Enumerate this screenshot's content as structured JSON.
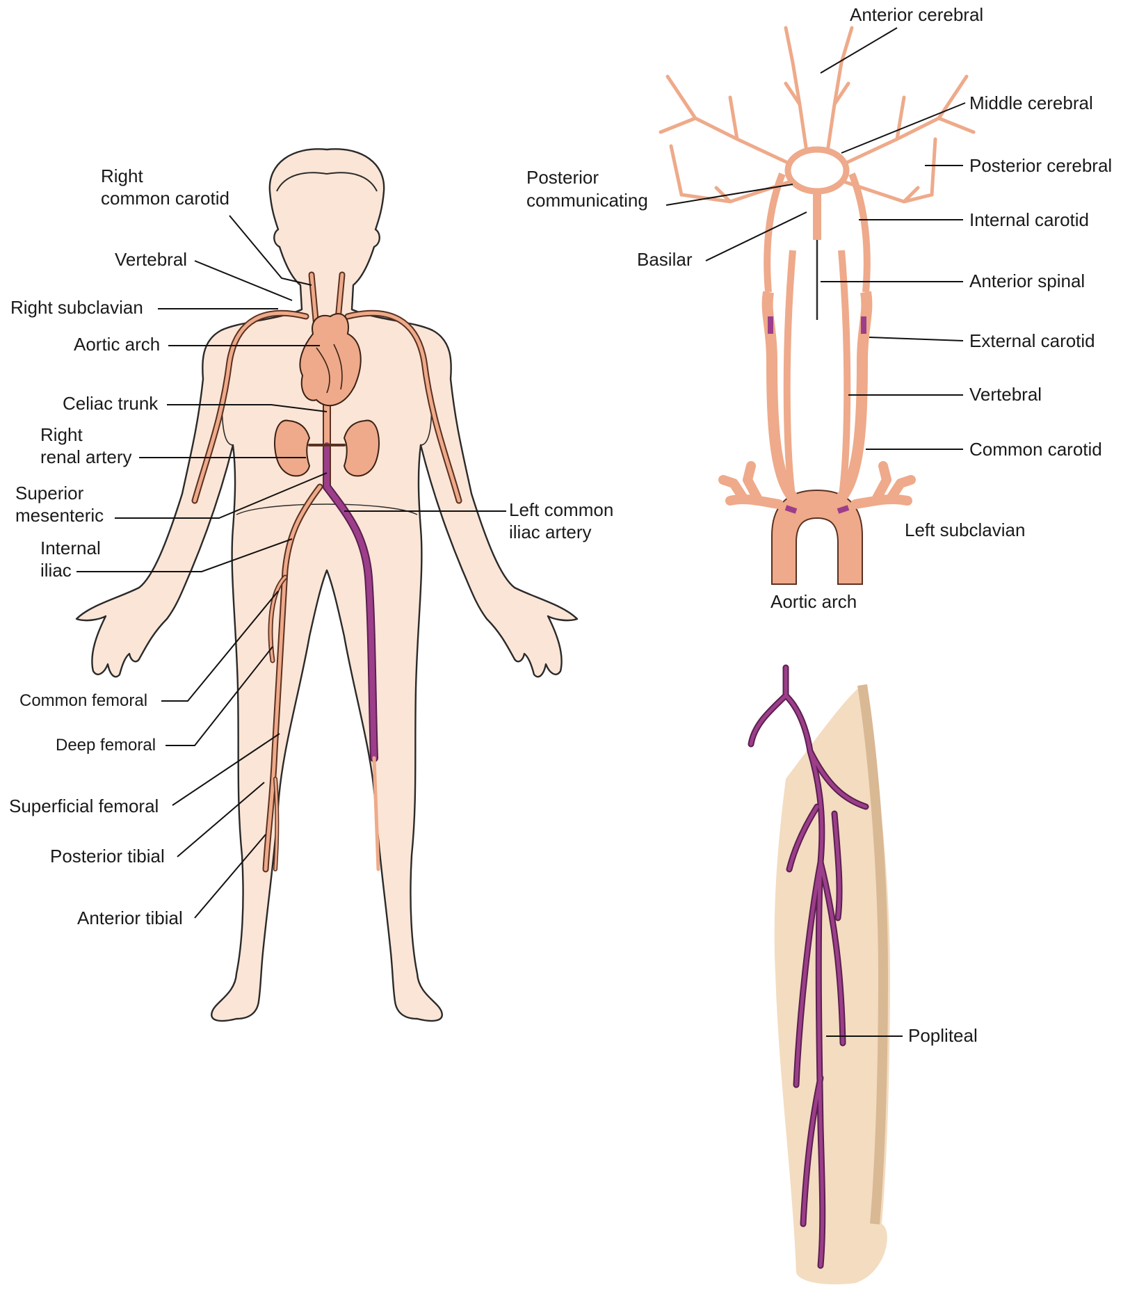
{
  "colors": {
    "skin": "#fbe5d6",
    "leg_skin": "#f3dcc0",
    "artery": "#eeaa8a",
    "artery_edge": "#5a3020",
    "highlight": "#9c3e8a",
    "heart": "#eeaa8a",
    "kidney": "#eeaa8a"
  },
  "body_labels": {
    "right_common_carotid": [
      "Right",
      "common carotid"
    ],
    "vertebral": "Vertebral",
    "right_subclavian": "Right subclavian",
    "aortic_arch": "Aortic arch",
    "celiac_trunk": "Celiac trunk",
    "right_renal_artery": [
      "Right",
      "renal artery"
    ],
    "superior_mesenteric": [
      "Superior",
      "mesenteric"
    ],
    "left_common_iliac_artery": [
      "Left common",
      "iliac artery"
    ],
    "internal_iliac": [
      "Internal",
      "iliac"
    ],
    "common_femoral": "Common femoral",
    "deep_femoral": "Deep femoral",
    "superficial_femoral": "Superficial femoral",
    "posterior_tibial": "Posterior tibial",
    "anterior_tibial": "Anterior tibial"
  },
  "head_labels": {
    "anterior_cerebral": "Anterior cerebral",
    "middle_cerebral": "Middle cerebral",
    "posterior_cerebral": "Posterior cerebral",
    "posterior_communicating": [
      "Posterior",
      "communicating"
    ],
    "internal_carotid": "Internal carotid",
    "basilar": "Basilar",
    "anterior_spinal": "Anterior spinal",
    "external_carotid": "External carotid",
    "vertebral": "Vertebral",
    "common_carotid": "Common carotid",
    "left_subclavian": "Left subclavian",
    "aortic_arch": "Aortic arch"
  },
  "leg_labels": {
    "popliteal": "Popliteal"
  }
}
